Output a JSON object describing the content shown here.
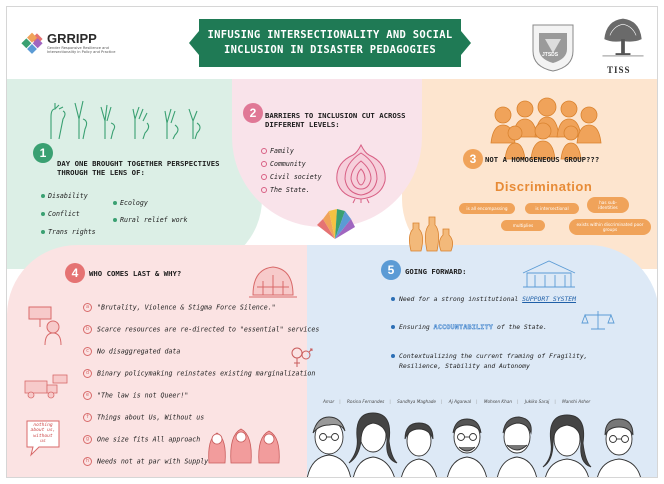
{
  "header": {
    "logo_name": "GRRIPP",
    "logo_sub": "Gender Responsive Resilience and Intersectionality in Policy and Practice",
    "title_line1": "INFUSING INTERSECTIONALITY AND SOCIAL",
    "title_line2": "INCLUSION IN DISASTER PEDAGOGIES",
    "jtsds_label": "JTSDS",
    "tiss_label": "TISS"
  },
  "section1": {
    "number": "1",
    "heading_line1": "DAY ONE BROUGHT TOGETHER PERSPECTIVES",
    "heading_line2": "THROUGH THE LENS OF:",
    "items": [
      "Disability",
      "Conflict",
      "Trans rights",
      "Ecology",
      "Rural relief work"
    ]
  },
  "section2": {
    "number": "2",
    "heading_line1": "BARRIERS TO INCLUSION CUT ACROSS",
    "heading_line2": "DIFFERENT LEVELS:",
    "items": [
      "Family",
      "Community",
      "Civil society",
      "The State."
    ]
  },
  "section3": {
    "number": "3",
    "heading": "NOT A HOMOGENEOUS GROUP???",
    "keyword": "Discrimination",
    "pills": [
      "is all encompassing",
      "is intersectional",
      "has sub-identities",
      "multiplies",
      "exists within discriminated poor groups"
    ]
  },
  "section4": {
    "number": "4",
    "heading": "WHO COMES LAST & WHY?",
    "items": [
      "\"Brutality, Violence & Stigma Force Silence.\"",
      "Scarce resources are re-directed to \"essential\" services",
      "No disaggregated data",
      "Binary policymaking reinstates existing marginalization",
      "\"The law is not Queer!\"",
      "Things about Us, Without us",
      "One size fits All approach",
      "Needs not at par with Supply"
    ],
    "bubble_text_line1": "nothing",
    "bubble_text_line2": "about us,",
    "bubble_text_line3": "without",
    "bubble_text_line4": "us"
  },
  "section5": {
    "number": "5",
    "heading": "GOING FORWARD:",
    "item1_prefix": "Need for a strong institutional",
    "item1_highlight": "SUPPORT SYSTEM",
    "item2_prefix": "Ensuring",
    "item2_highlight": "ACCOUNTABILITY",
    "item2_suffix": "of the State.",
    "item3_line1": "Contextualizing the current framing of Fragility,",
    "item3_line2": "Resilience, Stability and Autonomy"
  },
  "participants": [
    "Amar",
    "Rosina Fernandes",
    "Sandhya Maghade",
    "Aj Agarwal",
    "Mohsen Khan",
    "Jukiko Saraj",
    "Manshi Asher"
  ],
  "colors": {
    "green": "#1f7a55",
    "pink": "#e07896",
    "orange": "#f0a35a",
    "red": "#e57373",
    "blue": "#5b9bd5"
  }
}
